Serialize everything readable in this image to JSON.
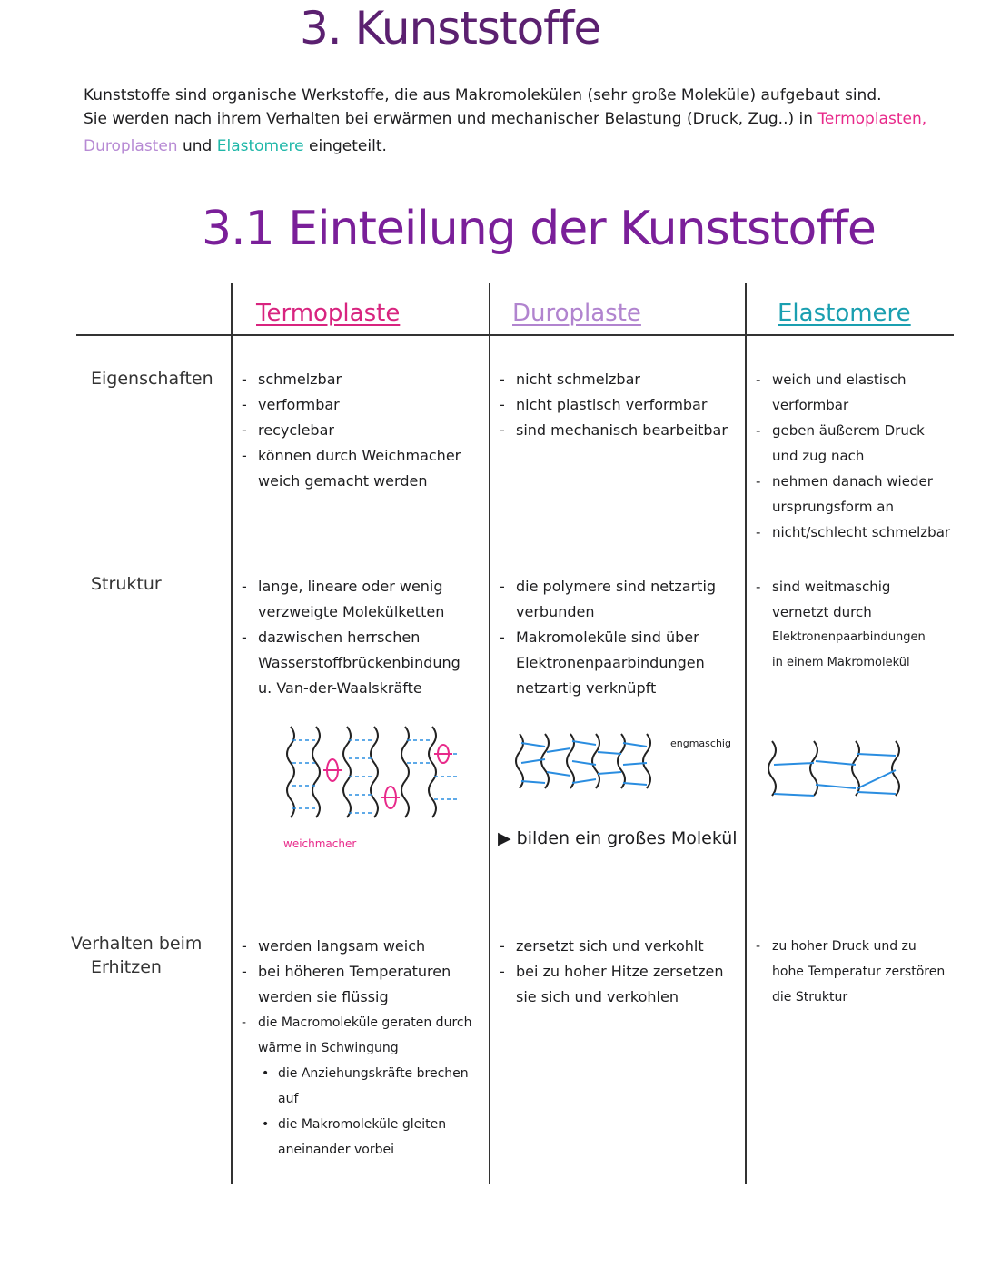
{
  "title": "3. Kunststoffe",
  "intro": {
    "line1": "Kunststoffe sind organische Werkstoffe, die aus Makromolekülen (sehr große Moleküle) aufgebaut sind.",
    "line2_a": "Sie werden nach ihrem Verhalten bei erwärmen und mechanischer Belastung (Druck, Zug..) in",
    "line2_b": "Termoplasten,",
    "line3_a": "Duroplasten",
    "line3_b": "und",
    "line3_c": "Elastomere",
    "line3_d": "eingeteilt."
  },
  "section_title": "3.1 Einteilung der Kunststoffe",
  "columns": [
    "Termoplaste",
    "Duroplaste",
    "Elastomere"
  ],
  "rows": {
    "eigenschaften": {
      "label": "Eigenschaften",
      "termo": [
        "schmelzbar",
        "verformbar",
        "recyclebar",
        "können durch Weichmacher",
        "weich gemacht werden"
      ],
      "duro": [
        "nicht schmelzbar",
        "nicht plastisch verformbar",
        "sind mechanisch bearbeitbar"
      ],
      "elasto": [
        "weich und elastisch",
        "verformbar",
        "geben äußerem Druck",
        "und zug nach",
        "nehmen danach wieder",
        "ursprungsform an",
        "nicht/schlecht schmelzbar"
      ]
    },
    "struktur": {
      "label": "Struktur",
      "termo": [
        "lange, lineare oder wenig",
        "verzweigte Molekülketten",
        "dazwischen herrschen",
        "Wasserstoffbrückenbindung",
        "u. Van-der-Waalskräfte"
      ],
      "termo_drawing_label": "weichmacher",
      "duro": [
        "die polymere sind netzartig",
        "verbunden",
        "Makromoleküle sind über",
        "Elektronenpaarbindungen",
        "netzartig verknüpft"
      ],
      "duro_drawing_label": "engmaschig",
      "duro_note": "bilden ein großes Molekül",
      "elasto": [
        "sind weitmaschig",
        "vernetzt durch",
        "Elektronenpaarbindungen",
        "in einem Makromolekül"
      ]
    },
    "erhitzen": {
      "label_line1": "Verhalten beim",
      "label_line2": "Erhitzen",
      "termo": [
        "werden langsam weich",
        "bei höheren Temperaturen",
        "werden sie flüssig",
        "die Macromoleküle geraten durch",
        "wärme in Schwingung",
        "die Anziehungskräfte brechen",
        "auf",
        "die Makromoleküle gleiten",
        "aneinander vorbei"
      ],
      "duro": [
        "zersetzt sich und verkohlt",
        "bei zu hoher Hitze zersetzen",
        "sie sich und verkohlen"
      ],
      "elasto": [
        "zu hoher Druck und zu",
        "hohe Temperatur zerstören",
        "die Struktur"
      ]
    }
  }
}
